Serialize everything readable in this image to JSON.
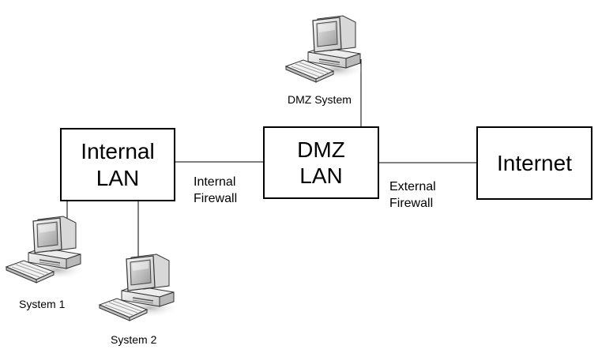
{
  "nodes": {
    "internal_lan": {
      "line1": "Internal",
      "line2": "LAN"
    },
    "dmz_lan": {
      "line1": "DMZ",
      "line2": "LAN"
    },
    "internet": {
      "label": "Internet"
    }
  },
  "links": {
    "internal_firewall": {
      "line1": "Internal",
      "line2": "Firewall"
    },
    "external_firewall": {
      "line1": "External",
      "line2": "Firewall"
    }
  },
  "computers": {
    "dmz_system": {
      "label": "DMZ System",
      "icon": "desktop-computer-icon"
    },
    "system_1": {
      "label": "System 1",
      "icon": "desktop-computer-icon"
    },
    "system_2": {
      "label": "System 2",
      "icon": "desktop-computer-icon"
    }
  }
}
